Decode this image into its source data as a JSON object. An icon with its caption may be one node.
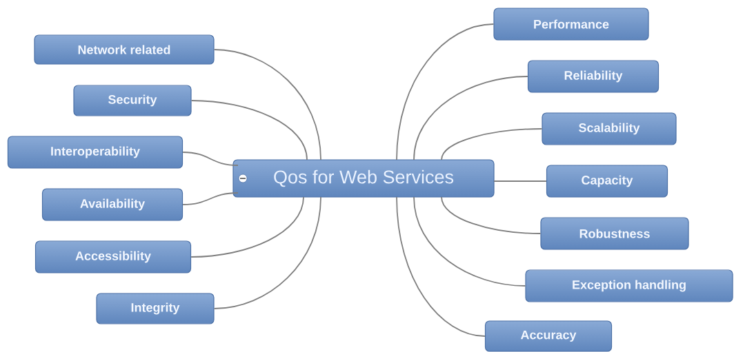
{
  "diagram": {
    "nodes": [
      {
        "text": [
          "Qos for Web Services"
        ]
      },
      {
        "text": [
          "Network related"
        ]
      },
      {
        "text": [
          "Security"
        ]
      },
      {
        "text": [
          "Interoperability"
        ]
      },
      {
        "text": [
          "Availability"
        ]
      },
      {
        "text": [
          "Accessibility"
        ]
      },
      {
        "text": [
          "Integrity"
        ]
      },
      {
        "text": [
          "Performance"
        ]
      },
      {
        "text": [
          "Reliability"
        ]
      },
      {
        "text": [
          "Scalability"
        ]
      },
      {
        "text": [
          "Capacity"
        ]
      },
      {
        "text": [
          "Robustness"
        ]
      },
      {
        "text": [
          "Exception handling"
        ]
      },
      {
        "text": [
          "Accuracy"
        ]
      }
    ],
    "edges": [
      {
        "from": 0,
        "to": 1,
        "arrow": "none"
      },
      {
        "from": 0,
        "to": 2,
        "arrow": "none"
      },
      {
        "from": 0,
        "to": 3,
        "arrow": "none"
      },
      {
        "from": 0,
        "to": 4,
        "arrow": "none"
      },
      {
        "from": 0,
        "to": 5,
        "arrow": "none"
      },
      {
        "from": 0,
        "to": 6,
        "arrow": "none"
      },
      {
        "from": 0,
        "to": 7,
        "arrow": "none"
      },
      {
        "from": 0,
        "to": 8,
        "arrow": "none"
      },
      {
        "from": 0,
        "to": 9,
        "arrow": "none"
      },
      {
        "from": 0,
        "to": 10,
        "arrow": "none"
      },
      {
        "from": 0,
        "to": 11,
        "arrow": "none"
      },
      {
        "from": 0,
        "to": 12,
        "arrow": "none"
      },
      {
        "from": 0,
        "to": 13,
        "arrow": "none"
      }
    ]
  }
}
